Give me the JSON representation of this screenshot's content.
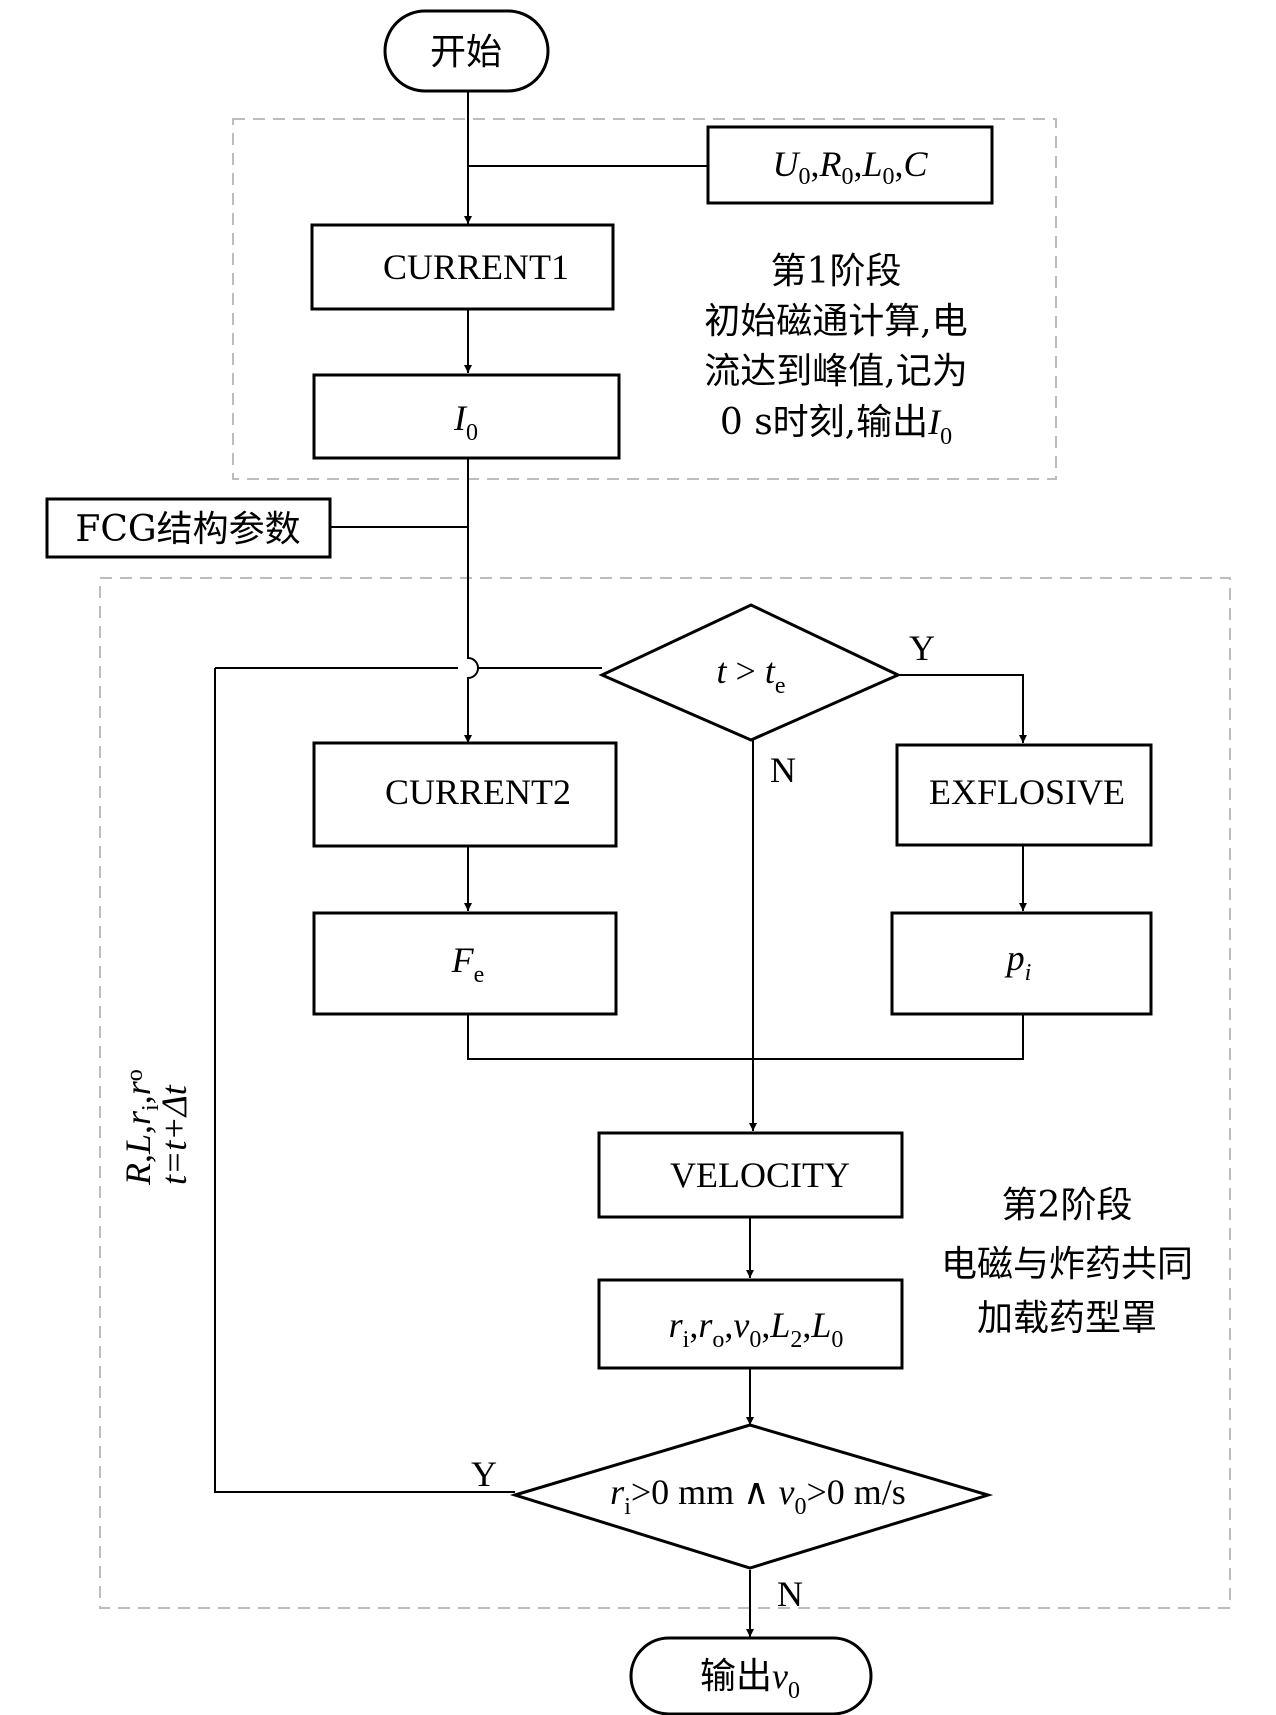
{
  "nodes": {
    "start": "开始",
    "params": {
      "U": "U",
      "U_sub": "0",
      "R": "R",
      "R_sub": "0",
      "L": "L",
      "L_sub": "0",
      "C": "C",
      "sep": ","
    },
    "current1": "CURRENT1",
    "i0": {
      "main": "I",
      "sub": "0"
    },
    "fcg": "FCG结构参数",
    "decision1": {
      "t": "t",
      "op": " > ",
      "te": "t",
      "te_sub": "e"
    },
    "current2": "CURRENT2",
    "fe": {
      "main": "F",
      "sub": "e"
    },
    "explosive": "EXFLOSIVE",
    "pi": {
      "main": "p",
      "sub": "i"
    },
    "velocity": "VELOCITY",
    "outputs": {
      "ri": "r",
      "ri_sub": "i",
      "ro": "r",
      "ro_sub": "o",
      "v": "v",
      "v_sub": "0",
      "L2": "L",
      "L2_sub": "2",
      "L0": "L",
      "L0_sub": "0",
      "sep": ","
    },
    "decision2": {
      "r": "r",
      "r_sub": "i",
      "part1": ">0 mm ∧ ",
      "v": "v",
      "v_sub": "0",
      "part2": ">0 m/s"
    },
    "end": {
      "prefix": "输出",
      "v": "v",
      "v_sub": "0"
    }
  },
  "branch_labels": {
    "yes": "Y",
    "no": "N"
  },
  "stage1": {
    "line1": "第1阶段",
    "line2": "初始磁通计算,电",
    "line3": "流达到峰值,记为",
    "line4_prefix": "0 s时刻,输出",
    "line4_var": "I",
    "line4_sub": "0"
  },
  "stage2": {
    "line1": "第2阶段",
    "line2": "电磁与炸药共同",
    "line3": "加载药型罩"
  },
  "loop_label": {
    "vars_R": "R",
    "vars_L": "L",
    "vars_ri": "r",
    "vars_ri_sub": "i",
    "vars_ro": "r",
    "vars_ro_sub": "o",
    "sep": ",",
    "update": "t=t+Δt"
  }
}
